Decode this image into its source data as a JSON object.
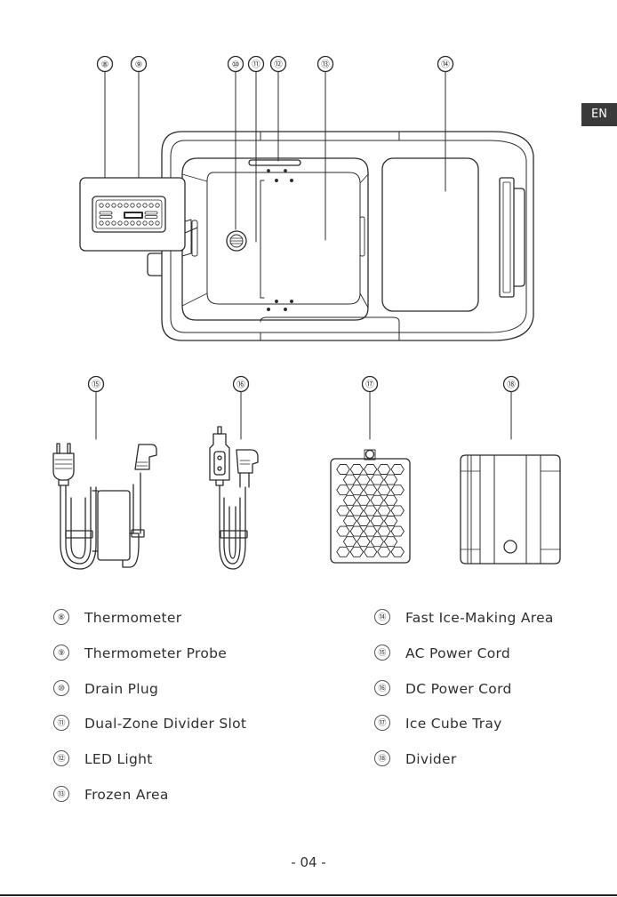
{
  "lang_tab": "EN",
  "callout_numbers": [
    "⑧",
    "⑨",
    "⑩",
    "⑪",
    "⑫",
    "⑬",
    "⑭",
    "⑮",
    "⑯",
    "⑰",
    "⑱"
  ],
  "legend_left": [
    {
      "num": "⑧",
      "label": "Thermometer"
    },
    {
      "num": "⑨",
      "label": "Thermometer Probe"
    },
    {
      "num": "⑩",
      "label": "Drain Plug"
    },
    {
      "num": "⑪",
      "label": "Dual-Zone Divider Slot"
    },
    {
      "num": "⑫",
      "label": "LED Light"
    },
    {
      "num": "⑬",
      "label": "Frozen Area"
    }
  ],
  "legend_right": [
    {
      "num": "⑭",
      "label": "Fast Ice-Making Area"
    },
    {
      "num": "⑮",
      "label": "AC Power Cord"
    },
    {
      "num": "⑯",
      "label": "DC Power Cord"
    },
    {
      "num": "⑰",
      "label": "Ice Cube Tray"
    },
    {
      "num": "⑱",
      "label": "Divider"
    }
  ],
  "page_number": "- 04 -",
  "colors": {
    "line": "#2b2b2b",
    "tab_bg": "#3a3a3a"
  }
}
